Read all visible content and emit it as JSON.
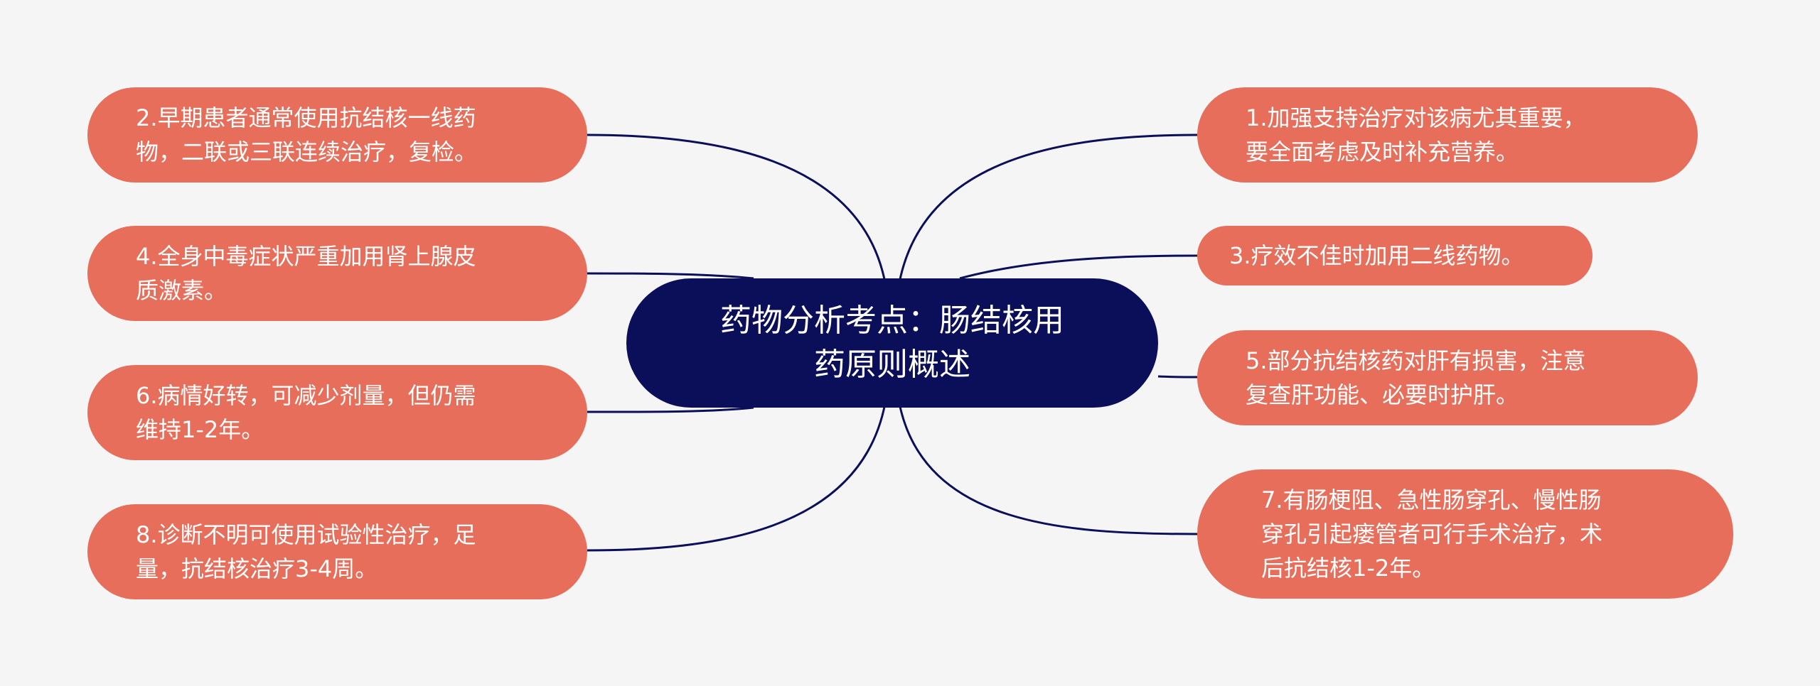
{
  "root": {
    "label": "药物分析考点：肠结核用\n药原则概述",
    "color": "#0b0f5a"
  },
  "nodes": [
    {
      "id": "n1",
      "label": "1.加强支持治疗对该病尤其重要，\n要全面考虑及时补充营养。"
    },
    {
      "id": "n2",
      "label": "2.早期患者通常使用抗结核一线药\n物，二联或三联连续治疗，复检。"
    },
    {
      "id": "n3",
      "label": "3.疗效不佳时加用二线药物。"
    },
    {
      "id": "n4",
      "label": "4.全身中毒症状严重加用肾上腺皮\n质激素。"
    },
    {
      "id": "n5",
      "label": "5.部分抗结核药对肝有损害，注意\n复查肝功能、必要时护肝。"
    },
    {
      "id": "n6",
      "label": "6.病情好转，可减少剂量，但仍需\n维持1-2年。"
    },
    {
      "id": "n7",
      "label": "7.有肠梗阻、急性肠穿孔、慢性肠\n穿孔引起瘘管者可行手术治疗，术\n后抗结核1-2年。"
    },
    {
      "id": "n8",
      "label": "8.诊断不明可使用试验性治疗，足\n量，抗结核治疗3-4周。"
    }
  ],
  "colors": {
    "background": "#f5f5f5",
    "node_fill": "#e66e5a",
    "node_text": "#ffffff",
    "connector": "#0b0f5a"
  }
}
